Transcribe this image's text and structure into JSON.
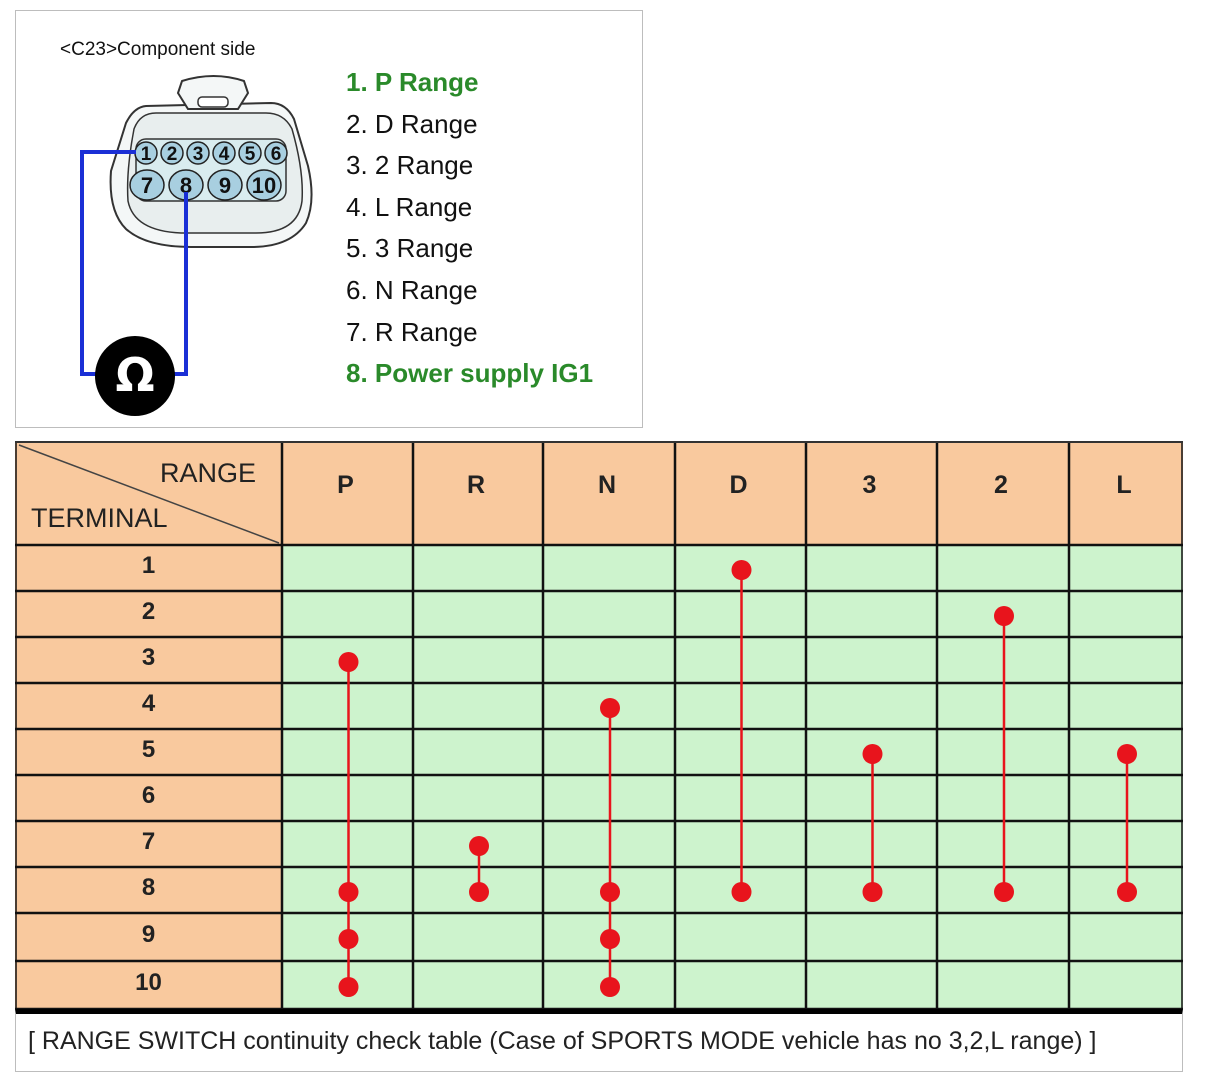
{
  "connector": {
    "title": "<C23>Component side",
    "pins_top": [
      "1",
      "2",
      "3",
      "4",
      "5",
      "6"
    ],
    "pins_bottom": [
      "7",
      "8",
      "9",
      "10"
    ],
    "ohm_symbol": "Ω",
    "legend": [
      {
        "text": "1. P Range",
        "highlight": true
      },
      {
        "text": "2. D Range",
        "highlight": false
      },
      {
        "text": "3. 2 Range",
        "highlight": false
      },
      {
        "text": "4. L Range",
        "highlight": false
      },
      {
        "text": "5. 3 Range",
        "highlight": false
      },
      {
        "text": "6. N Range",
        "highlight": false
      },
      {
        "text": "7. R Range",
        "highlight": false
      },
      {
        "text": "8. Power supply IG1",
        "highlight": true
      }
    ]
  },
  "table": {
    "header_range": "RANGE",
    "header_terminal": "TERMINAL",
    "columns": [
      "P",
      "R",
      "N",
      "D",
      "3",
      "2",
      "L"
    ],
    "rows": [
      "1",
      "2",
      "3",
      "4",
      "5",
      "6",
      "7",
      "8",
      "9",
      "10"
    ],
    "connections": [
      {
        "column": "P",
        "terminals": [
          3,
          8,
          9,
          10
        ]
      },
      {
        "column": "R",
        "terminals": [
          7,
          8
        ]
      },
      {
        "column": "N",
        "terminals": [
          4,
          8,
          9,
          10
        ]
      },
      {
        "column": "D",
        "terminals": [
          1,
          8
        ]
      },
      {
        "column": "3",
        "terminals": [
          5,
          8
        ]
      },
      {
        "column": "2",
        "terminals": [
          2,
          8
        ]
      },
      {
        "column": "L",
        "terminals": [
          5,
          8
        ]
      }
    ],
    "caption": "[ RANGE SWITCH continuity check table (Case of SPORTS MODE vehicle has no 3,2,L range) ]"
  },
  "colors": {
    "header_bg": "#f9c99e",
    "cell_bg": "#cdf3cd",
    "dot": "#e8141c",
    "wire": "#1a2fd6",
    "highlight_text": "#2a8a2a"
  }
}
